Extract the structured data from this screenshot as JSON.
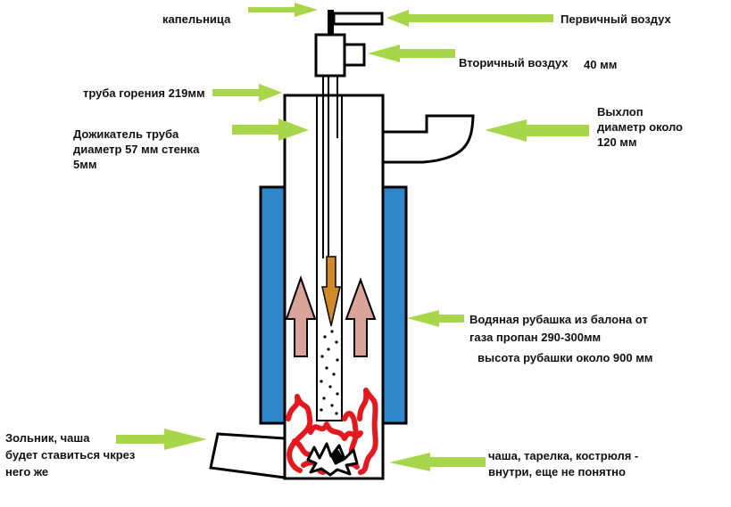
{
  "labels": {
    "dripper": "капельница",
    "primary_air": "Первичный воздух",
    "secondary_air": "Вторичный воздух",
    "secondary_air_size": "40 мм",
    "burn_pipe": "труба горения 219мм",
    "afterburner_line1": "Дожикатель труба",
    "afterburner_line2": "диаметр 57 мм стенка",
    "afterburner_line3": "5мм",
    "exhaust_line1": "Выхлоп",
    "exhaust_line2": "диаметр около",
    "exhaust_line3": "120 мм",
    "water_jacket_line1": "Водяная рубашка из балона от",
    "water_jacket_line2": "газа пропан 290-300мм",
    "jacket_height": "высота рубашки около 900 мм",
    "ashpit_line1": "Зольник, чаша",
    "ashpit_line2": "будет ставиться чкрез",
    "ashpit_line3": "него же",
    "bowl_line1": "чаша, тарелка, кострюля -",
    "bowl_line2": "внутри, еще не понятно"
  },
  "colors": {
    "pointer_arrow": "#a7d64a",
    "water_jacket": "#2f86c9",
    "fuel_arrow": "#d08a2a",
    "flow_arrow": "#dba49b",
    "flame": "#e4181f",
    "outline": "#000000"
  }
}
